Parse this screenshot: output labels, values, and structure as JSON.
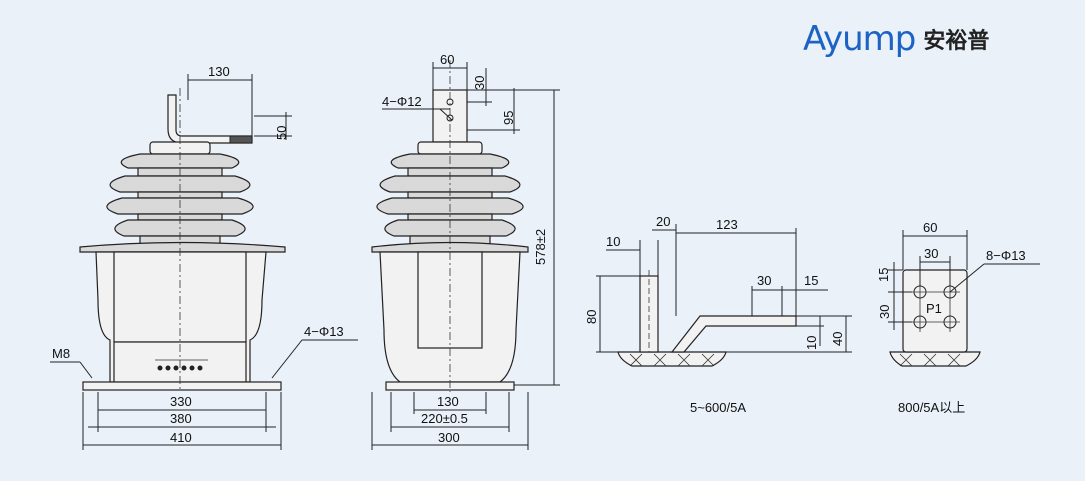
{
  "brand": {
    "name_en": "Ayump",
    "name_cn": "安裕普",
    "color": "#1d63c4"
  },
  "front_view": {
    "dims": {
      "top_width": "130",
      "top_height": "50",
      "base_inner": "330",
      "base_mid": "380",
      "base_outer": "410",
      "holes": "4−Φ13",
      "screw": "M8"
    }
  },
  "side_view": {
    "dims": {
      "terminal_width": "60",
      "terminal_top": "30",
      "terminal_height": "95",
      "holes": "4−Φ12",
      "total_height": "578±2",
      "base_inner": "130",
      "base_mid": "220±0.5",
      "base_outer": "300"
    }
  },
  "terminal_a": {
    "dims": {
      "d10": "10",
      "d20": "20",
      "d123": "123",
      "d80": "80",
      "d30": "30",
      "d15": "15",
      "d10b": "10",
      "d40": "40"
    },
    "caption": "5~600/5A"
  },
  "terminal_b": {
    "dims": {
      "width": "60",
      "spacing": "30",
      "edge": "15",
      "vertical": "30",
      "holes": "8−Φ13",
      "label": "P1"
    },
    "caption": "800/5A以上"
  }
}
